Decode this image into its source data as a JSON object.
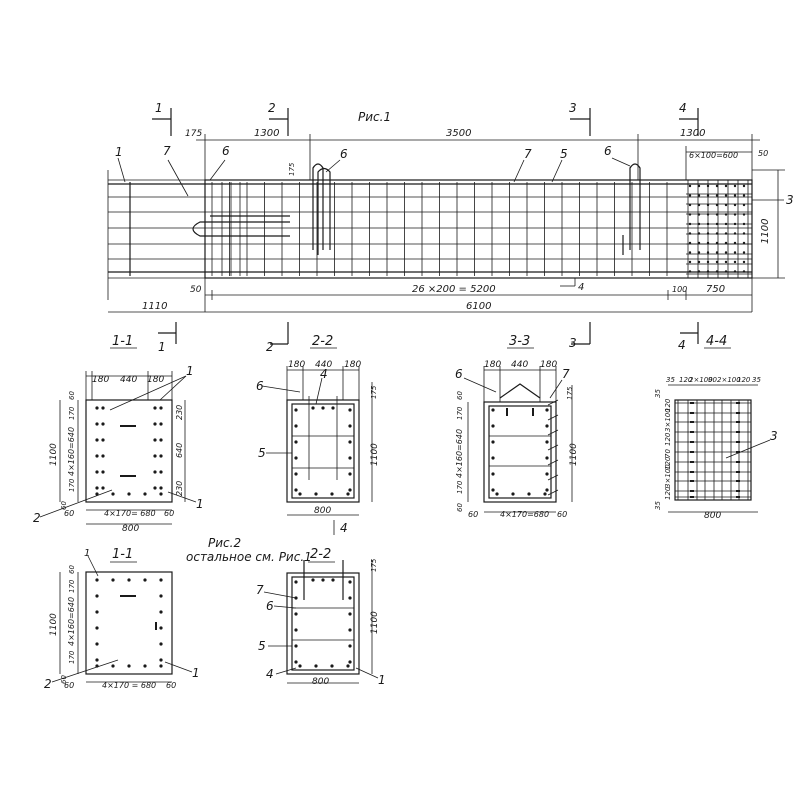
{
  "fig1": {
    "title": "Рис.1",
    "dims_top": {
      "d175": "175",
      "d1300a": "1300",
      "d3500": "3500",
      "d1300b": "1300",
      "d6x100": "6×100=600",
      "d50": "50"
    },
    "dims_bottom": {
      "d1110": "1110",
      "d50": "50",
      "d26x200": "26 ×200 = 5200",
      "d100": "100",
      "d750": "750",
      "d6100": "6100"
    },
    "d175v": "175",
    "d1100": "1100",
    "section_marks": [
      "1",
      "2",
      "3",
      "4"
    ],
    "callouts": {
      "c1": "1",
      "c7a": "7",
      "c6a": "6",
      "c6b": "6",
      "c7b": "7",
      "c5": "5",
      "c6c": "6",
      "c3": "3",
      "c4": "4"
    }
  },
  "sections_row1": {
    "s11": {
      "title": "1-1",
      "dims": {
        "d180a": "180",
        "d440": "440",
        "d180b": "180",
        "d60a": "60",
        "d170a": "170",
        "d4x160": "4×160=640",
        "d170b": "170",
        "d60b": "60",
        "d1100": "1100",
        "d230a": "230",
        "d640": "640",
        "d230b": "230",
        "d60c": "60",
        "d4x170": "4×170= 680",
        "d60d": "60",
        "d800": "800"
      },
      "callouts": {
        "c1a": "1",
        "c2": "2",
        "c1b": "1"
      }
    },
    "s22": {
      "title": "2-2",
      "dims": {
        "d180a": "180",
        "d440": "440",
        "d180b": "180",
        "d175": "175",
        "d1100": "1100",
        "d800": "800"
      },
      "callouts": {
        "c6": "6",
        "c4a": "4",
        "c5": "5",
        "c4b": "4"
      }
    },
    "s33": {
      "title": "3-3",
      "dims": {
        "d180a": "180",
        "d440": "440",
        "d180b": "180",
        "d60a": "60",
        "d170a": "170",
        "d4x160": "4×160=640",
        "d170b": "170",
        "d60b": "60",
        "d175": "175",
        "d1100": "1100",
        "d60c": "60",
        "d4x170": "4×170=680",
        "d60d": "60"
      },
      "callouts": {
        "c6": "6",
        "c7": "7"
      }
    },
    "s44": {
      "title": "4-4",
      "dims": {
        "top": [
          "35",
          "120",
          "2×100",
          "90",
          "2×100",
          "120",
          "35"
        ],
        "left": [
          "120",
          "3×100",
          "120",
          "70",
          "120",
          "3×100",
          "120",
          "35"
        ],
        "l35a": "35",
        "d800": "800"
      },
      "callouts": {
        "c3": "3"
      }
    }
  },
  "fig2": {
    "title": "Рис.2",
    "subtitle": "остальное см. Рис.1",
    "s11": {
      "title": "1-1",
      "dims": {
        "d60a": "60",
        "d170a": "170",
        "d4x160": "4×160=640",
        "d170b": "170",
        "d60b": "60",
        "d1100": "1100",
        "d60c": "60",
        "d4x170": "4×170 = 680",
        "d60d": "60"
      },
      "callouts": {
        "c1a": "1",
        "c2": "2",
        "c1b": "1"
      }
    },
    "s22": {
      "title": "2-2",
      "dims": {
        "d175": "175",
        "d1100": "1100",
        "d800": "800"
      },
      "callouts": {
        "c7": "7",
        "c6": "6",
        "c5": "5",
        "c4": "4",
        "c1": "1"
      }
    }
  }
}
